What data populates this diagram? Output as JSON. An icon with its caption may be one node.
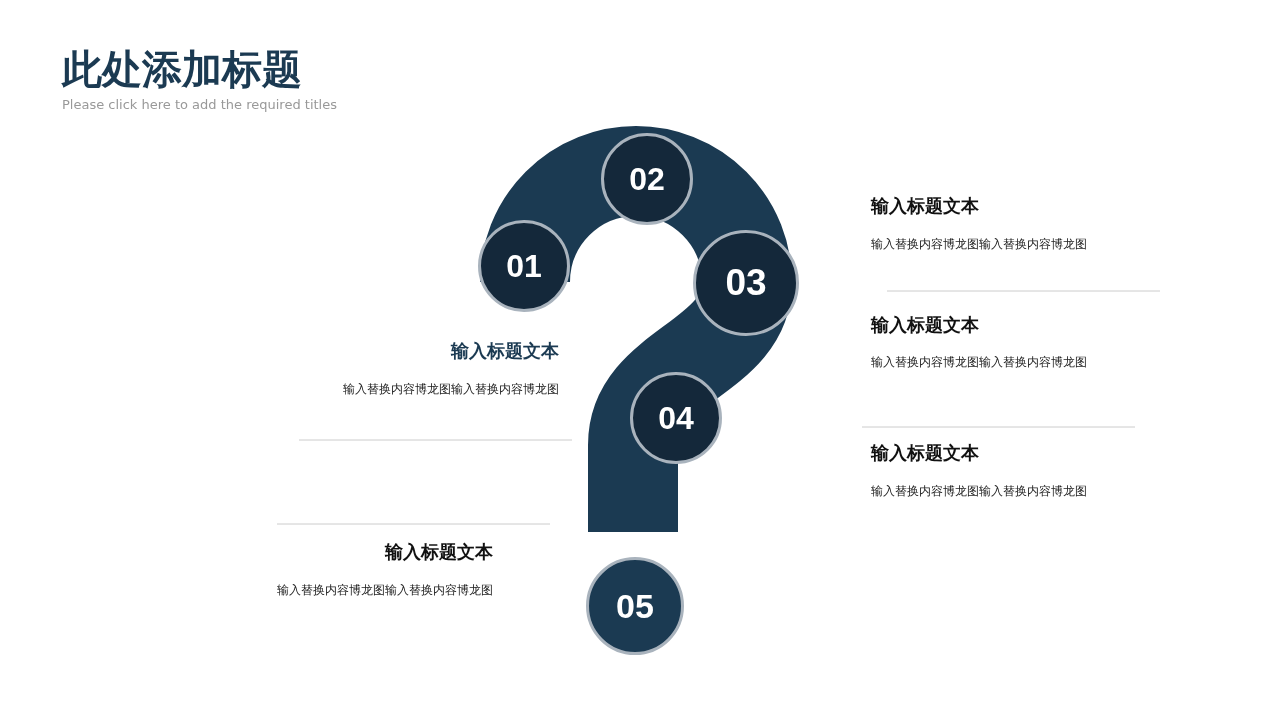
{
  "diagram": {
    "title": "此处添加标题",
    "nodes": [
      {
        "text": [
          "01"
        ]
      },
      {
        "text": [
          "02"
        ]
      },
      {
        "text": [
          "03"
        ]
      },
      {
        "text": [
          "04"
        ]
      },
      {
        "text": [
          "05"
        ]
      }
    ],
    "labels": [
      "Please click here to add the required titles",
      "输入标题文本",
      "输入替换内容博龙图输入替换内容博龙图",
      "输入标题文本",
      "输入替换内容博龙图输入替换内容博龙图",
      "输入标题文本",
      "输入替换内容博龙图输入替换内容博龙图",
      "输入标题文本",
      "输入替换内容博龙图输入替换内容博龙图",
      "输入标题文本",
      "输入替换内容博龙图输入替换内容博龙图"
    ]
  }
}
